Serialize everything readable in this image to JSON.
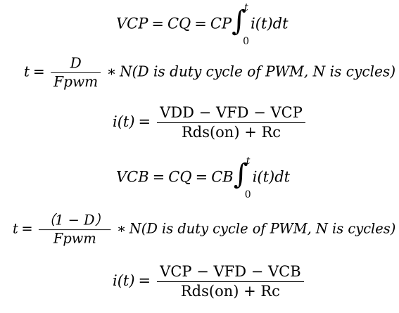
{
  "eq1": {
    "lhs": "VCP",
    "mid": "CQ",
    "pre": "CP",
    "upper": "t",
    "lower": "0",
    "integrand": "i(t)dt"
  },
  "eq2": {
    "lhs": "t",
    "num": "D",
    "den": "Fpwm",
    "tail": "N(D is duty cycle of PWM, N is cycles)"
  },
  "eq3": {
    "lhs": "i(t)",
    "num": "VDD − VFD − VCP",
    "den": "Rds(on) + Rc"
  },
  "eq4": {
    "lhs": "VCB",
    "mid": "CQ",
    "pre": "CB",
    "upper": "t",
    "lower": "0",
    "integrand": "i(t)dt"
  },
  "eq5": {
    "lhs": "t",
    "num": "（1 − D）",
    "den": "Fpwm",
    "tail": "N(D is duty cycle of PWM, N is cycles)"
  },
  "eq6": {
    "lhs": "i(t)",
    "num": "VCP − VFD − VCB",
    "den": "Rds(on) + Rc"
  }
}
